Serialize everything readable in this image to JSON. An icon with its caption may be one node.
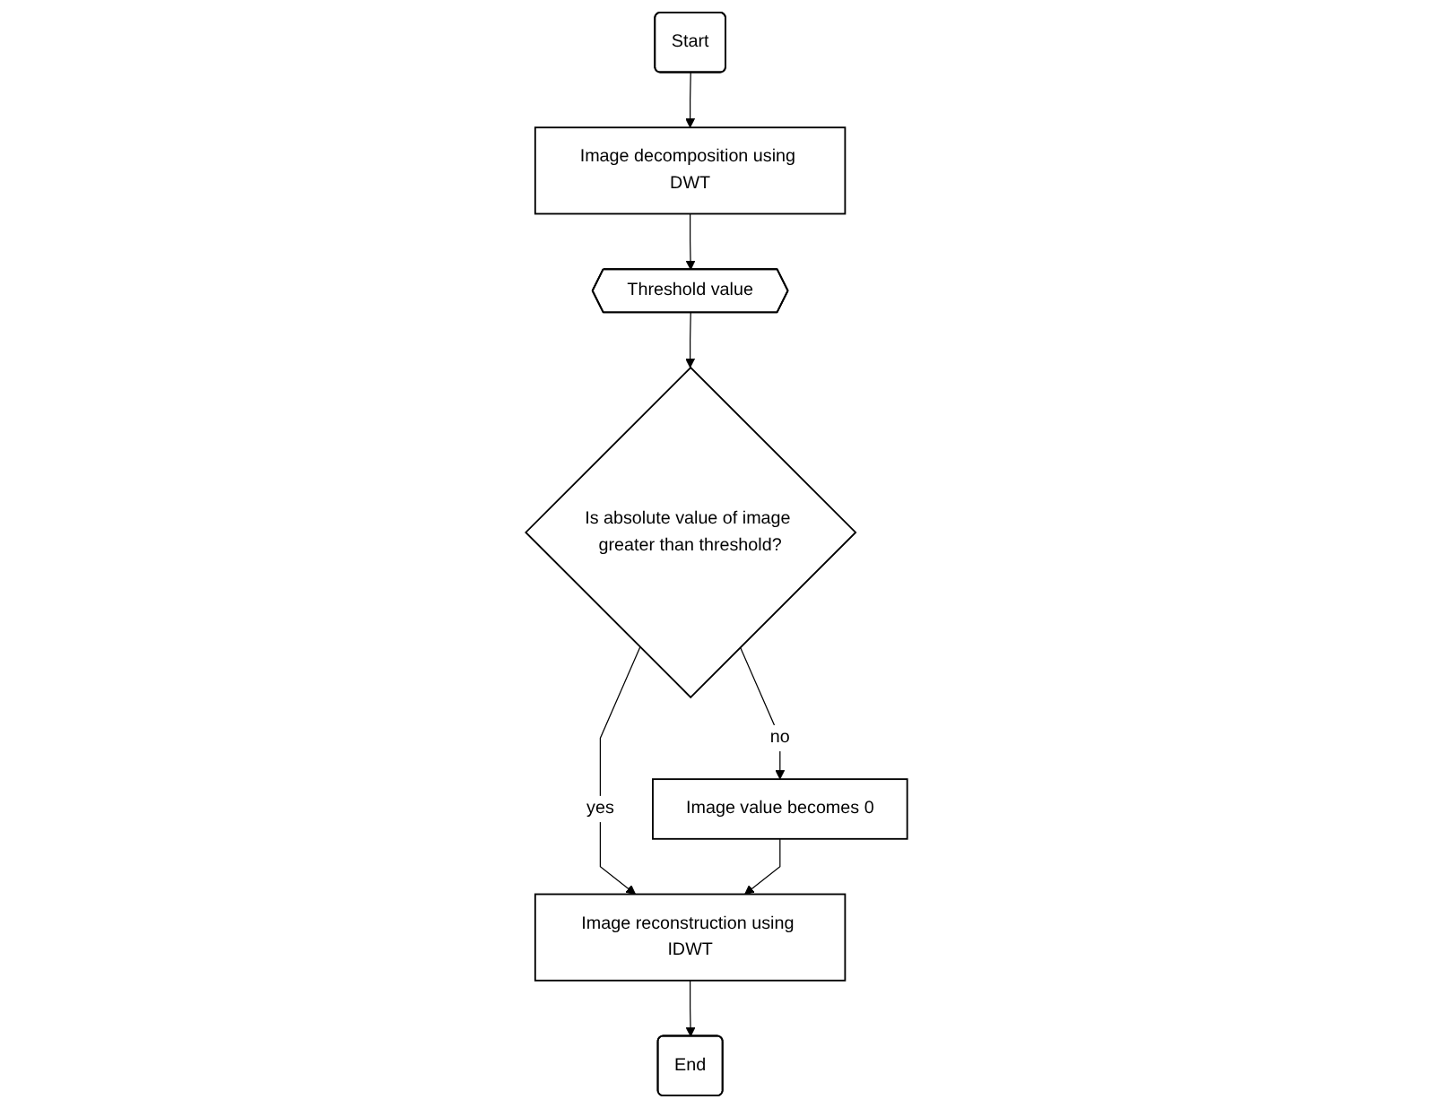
{
  "diagram": {
    "nodes": [
      {
        "text": [
          "Start"
        ]
      },
      {
        "text": [
          "Image decomposition using DWT"
        ]
      },
      {
        "text": [
          "Threshold value"
        ]
      },
      {
        "text": [
          "Is absolute value of image greater than threshold?"
        ]
      },
      {
        "text": [
          "Image value becomes  0"
        ]
      },
      {
        "text": [
          "Image reconstruction using IDWT"
        ]
      },
      {
        "text": [
          "End"
        ]
      }
    ],
    "edges": [
      {
        "from": 0,
        "to": 1,
        "arrow": "to"
      },
      {
        "from": 1,
        "to": 2,
        "arrow": "to"
      },
      {
        "from": 2,
        "to": 3,
        "arrow": "to"
      },
      {
        "from": 3,
        "to": 4,
        "arrow": "to",
        "label": "no"
      },
      {
        "from": 3,
        "to": 5,
        "arrow": "to",
        "label": "yes"
      },
      {
        "from": 4,
        "to": 5,
        "arrow": "to"
      },
      {
        "from": 5,
        "to": 6,
        "arrow": "to"
      }
    ]
  }
}
